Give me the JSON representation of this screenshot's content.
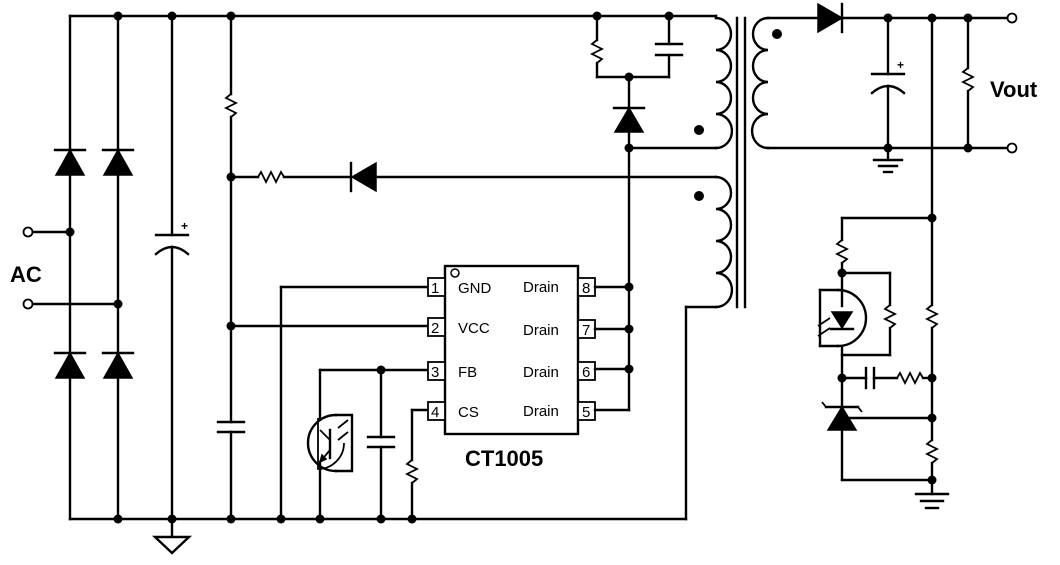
{
  "labels": {
    "ac": "AC",
    "vout": "Vout",
    "chip": "CT1005"
  },
  "pins": [
    {
      "num": "1",
      "name": "GND"
    },
    {
      "num": "2",
      "name": "VCC"
    },
    {
      "num": "3",
      "name": "FB"
    },
    {
      "num": "4",
      "name": "CS"
    },
    {
      "num": "8",
      "name": "Drain"
    },
    {
      "num": "7",
      "name": "Drain"
    },
    {
      "num": "6",
      "name": "Drain"
    },
    {
      "num": "5",
      "name": "Drain"
    }
  ],
  "polarity": {
    "bulk_cap": "+",
    "output_cap": "+"
  }
}
